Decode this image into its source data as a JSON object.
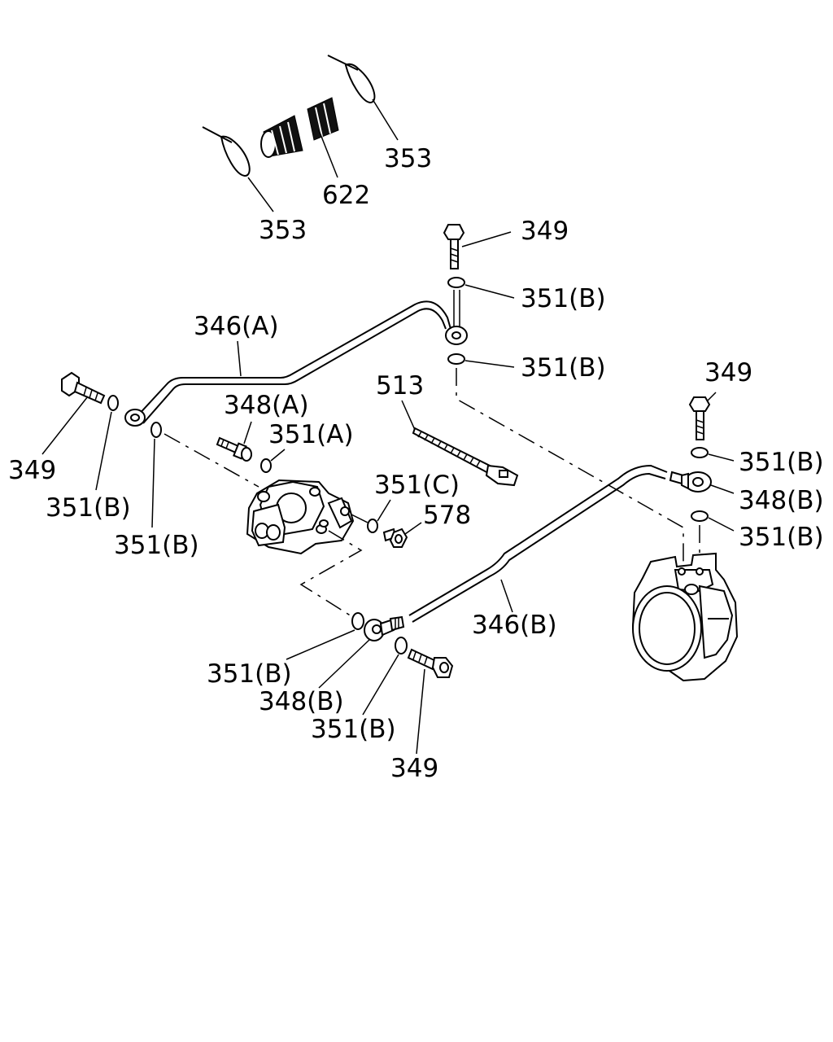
{
  "labels": {
    "l353_top": "353",
    "l622": "622",
    "l353_left": "353",
    "l349_top": "349",
    "l351b_1": "351(B)",
    "l346a": "346(A)",
    "l351b_2": "351(B)",
    "l513": "513",
    "l349_right": "349",
    "l348a": "348(A)",
    "l351a": "351(A)",
    "l349_left": "349",
    "l351b_3": "351(B)",
    "l351b_right1": "351(B)",
    "l351c": "351(C)",
    "l348b_right": "348(B)",
    "l578": "578",
    "l351b_left": "351(B)",
    "l351b_right2": "351(B)",
    "l346b": "346(B)",
    "l351b_bottom1": "351(B)",
    "l348b_bottom": "348(B)",
    "l351b_bottom2": "351(B)",
    "l349_bottom": "349"
  }
}
